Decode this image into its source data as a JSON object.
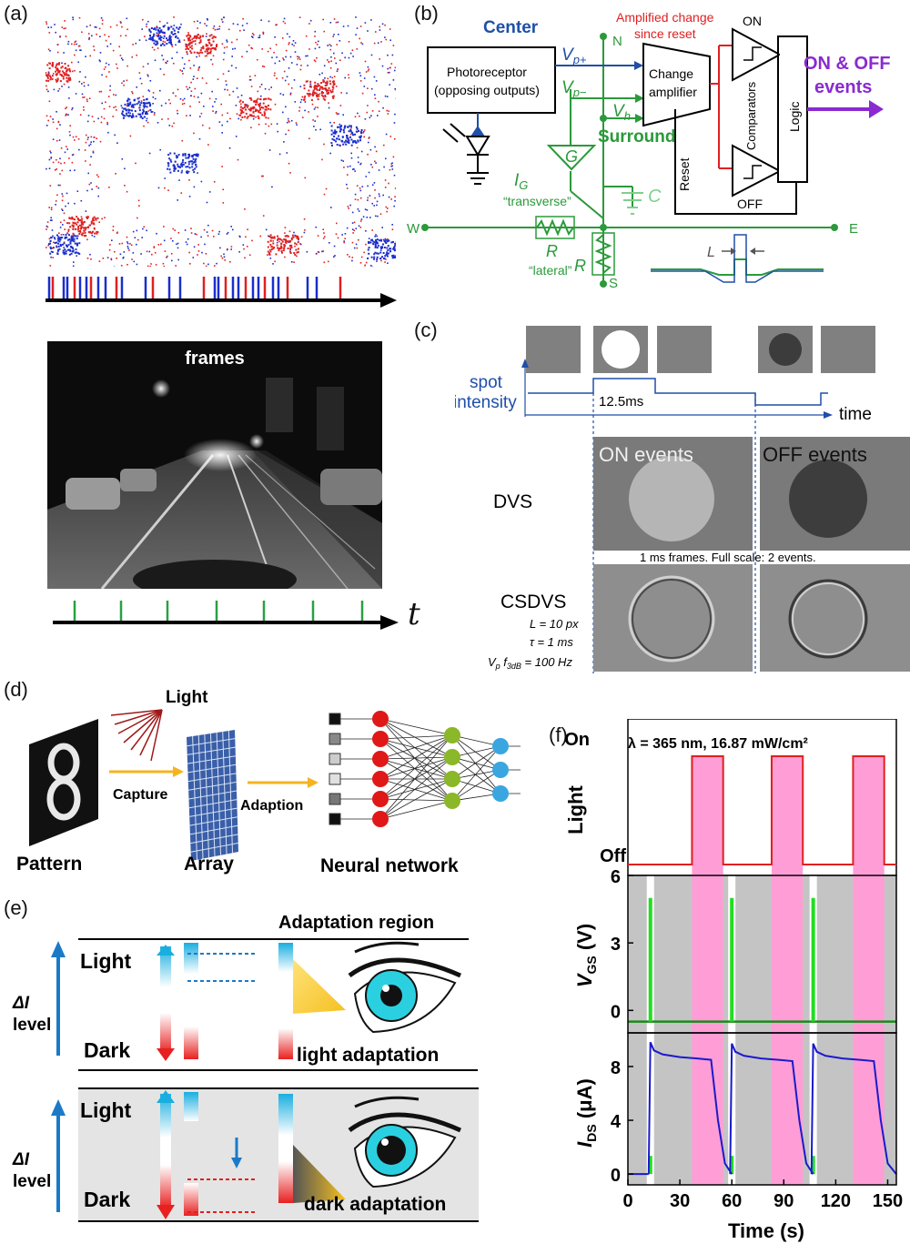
{
  "panels": {
    "a": {
      "label": "(a)",
      "frames_label": "frames",
      "t_label": "t"
    },
    "b": {
      "label": "(b)",
      "center": "Center",
      "vp_plus": "V",
      "vp_plus_sub": "p+",
      "vp_minus": "V",
      "vp_minus_sub": "p−",
      "vh": "V",
      "vh_sub": "h",
      "surround": "Surround",
      "amplified_change": "Amplified change",
      "since_reset": "since reset",
      "on": "ON",
      "off": "OFF",
      "on_off_events_1": "ON & OFF",
      "on_off_events_2": "events",
      "photoreceptor_1": "Photoreceptor",
      "photoreceptor_2": "(opposing outputs)",
      "change_amp_1": "Change",
      "change_amp_2": "amplifier",
      "comparators": "Comparators",
      "logic": "Logic",
      "reset": "Reset",
      "ig": "I",
      "ig_sub": "G",
      "g": "G",
      "transverse": "“transverse”",
      "c": "C",
      "r": "R",
      "lateral": "“lateral”",
      "n": "N",
      "s": "S",
      "w": "W",
      "e": "E",
      "l": "L"
    },
    "c": {
      "label": "(c)",
      "spot_1": "spot",
      "spot_2": "intensity",
      "duration": "12.5ms",
      "time": "time",
      "on_events": "ON events",
      "off_events": "OFF events",
      "dvs": "DVS",
      "frames_note": "1 ms frames. Full scale: 2 events.",
      "csdvs": "CSDVS",
      "param_l": "L = 10 px",
      "param_tau": "τ = 1 ms",
      "param_f": "V",
      "param_f_sub": "p",
      "param_f2": " f",
      "param_f2_sub": "3dB",
      "param_f3": " = 100 Hz"
    },
    "d": {
      "label": "(d)",
      "light": "Light",
      "capture": "Capture",
      "adaption": "Adaption",
      "pattern": "Pattern",
      "array": "Array",
      "neural_network": "Neural network"
    },
    "e": {
      "label": "(e)",
      "adaptation_region": "Adaptation region",
      "light": "Light",
      "dark": "Dark",
      "delta_i": "ΔI",
      "level": "level",
      "light_adaptation": "light  adaptation",
      "dark_adaptation": "dark adaptation"
    },
    "f": {
      "label": "(f)",
      "on": "On",
      "off": "Off",
      "light_axis": "Light",
      "condition": "λ = 365 nm,  16.87 mW/cm²",
      "vgs_axis": "V",
      "vgs_sub": "GS",
      "vgs_unit": " (V)",
      "ids_axis": "I",
      "ids_sub": "DS",
      "ids_unit": " (μA)",
      "xlabel": "Time (s)",
      "vgs_ticks": [
        "6",
        "3",
        "0"
      ],
      "ids_ticks": [
        "8",
        "4",
        "0"
      ],
      "x_ticks": [
        "0",
        "30",
        "60",
        "90",
        "120",
        "150"
      ]
    }
  },
  "colors": {
    "on_red": "#e02020",
    "off_blue": "#1a2ecc",
    "green": "#2aa040",
    "circuit_green": "#2a9a3a",
    "circuit_blue": "#1f4fa8",
    "purple": "#8a2ad0",
    "pink": "#ff9ed6",
    "gray": "#bdbdbd",
    "curve_blue": "#1a1acc",
    "spike_green": "#22dd22",
    "orange": "#f5b41e",
    "cyan": "#1aaee0"
  },
  "chart_data": {
    "type": "line",
    "title": "λ = 365 nm,  16.87 mW/cm²",
    "xlabel": "Time (s)",
    "xlim": [
      0,
      155
    ],
    "light_on_intervals": [
      [
        37,
        55
      ],
      [
        83,
        101
      ],
      [
        130,
        148
      ]
    ],
    "vgs_ylim": [
      -1,
      6
    ],
    "vgs_pulse_times": [
      13,
      60,
      107
    ],
    "vgs_pulse_value": 5,
    "vgs_baseline": -0.5,
    "ids_ylim": [
      -0.8,
      10.5
    ],
    "ids_curves": [
      {
        "x": [
          12,
          13,
          15,
          20,
          30,
          40,
          48,
          52,
          56,
          60
        ],
        "y": [
          0,
          9.8,
          9.2,
          8.9,
          8.7,
          8.6,
          8.5,
          4,
          0.8,
          0
        ]
      },
      {
        "x": [
          59,
          60,
          62,
          67,
          77,
          87,
          95,
          99,
          103,
          107
        ],
        "y": [
          0,
          9.7,
          9.1,
          8.8,
          8.6,
          8.5,
          8.4,
          4,
          0.8,
          0
        ]
      },
      {
        "x": [
          106,
          107,
          109,
          114,
          124,
          134,
          142,
          146,
          150,
          155
        ],
        "y": [
          0,
          9.7,
          9.1,
          8.8,
          8.6,
          8.5,
          8.4,
          4,
          0.8,
          0
        ]
      }
    ]
  }
}
